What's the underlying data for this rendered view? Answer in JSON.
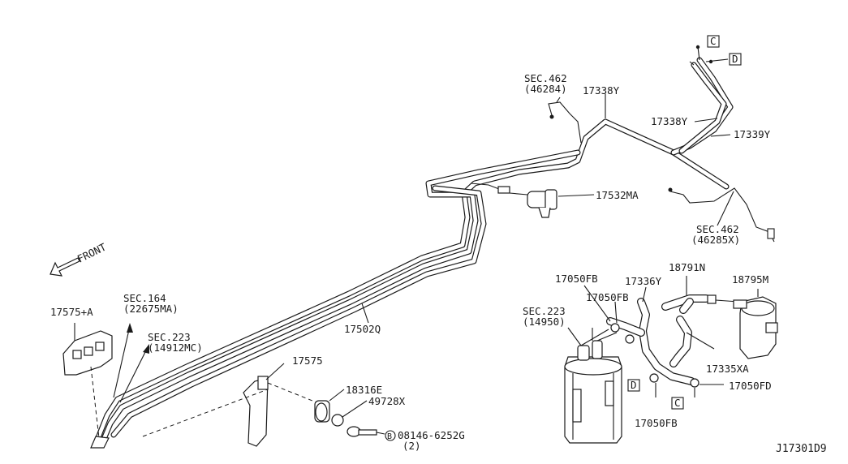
{
  "direction": {
    "label": "FRONT"
  },
  "labels": {
    "p17575A": "17575+A",
    "sec164": "SEC.164",
    "sec164_ref": "(22675MA)",
    "sec223a": "SEC.223",
    "sec223a_ref": "(14912MC)",
    "p17575": "17575",
    "p17502Q": "17502Q",
    "p18316E": "18316E",
    "p49728X": "49728X",
    "bolt_circle": "B",
    "bolt": "08146-6252G",
    "bolt_qty": "(2)",
    "sec462a": "SEC.462",
    "sec462a_ref": "(46284)",
    "p17338Y_a": "17338Y",
    "p17338Y_b": "17338Y",
    "p17339Y": "17339Y",
    "p17532MA": "17532MA",
    "sec462b": "SEC.462",
    "sec462b_ref": "(46285X)",
    "p17050FB_a": "17050FB",
    "p17336Y": "17336Y",
    "p18791N": "18791N",
    "p18795M": "18795M",
    "p17050FB_b": "17050FB",
    "sec223b": "SEC.223",
    "sec223b_ref": "(14950)",
    "p17335XA": "17335XA",
    "p17050FD": "17050FD",
    "p17050FB_c": "17050FB",
    "drawing_id": "J17301D9"
  },
  "refs": {
    "C": "C",
    "D": "D"
  }
}
